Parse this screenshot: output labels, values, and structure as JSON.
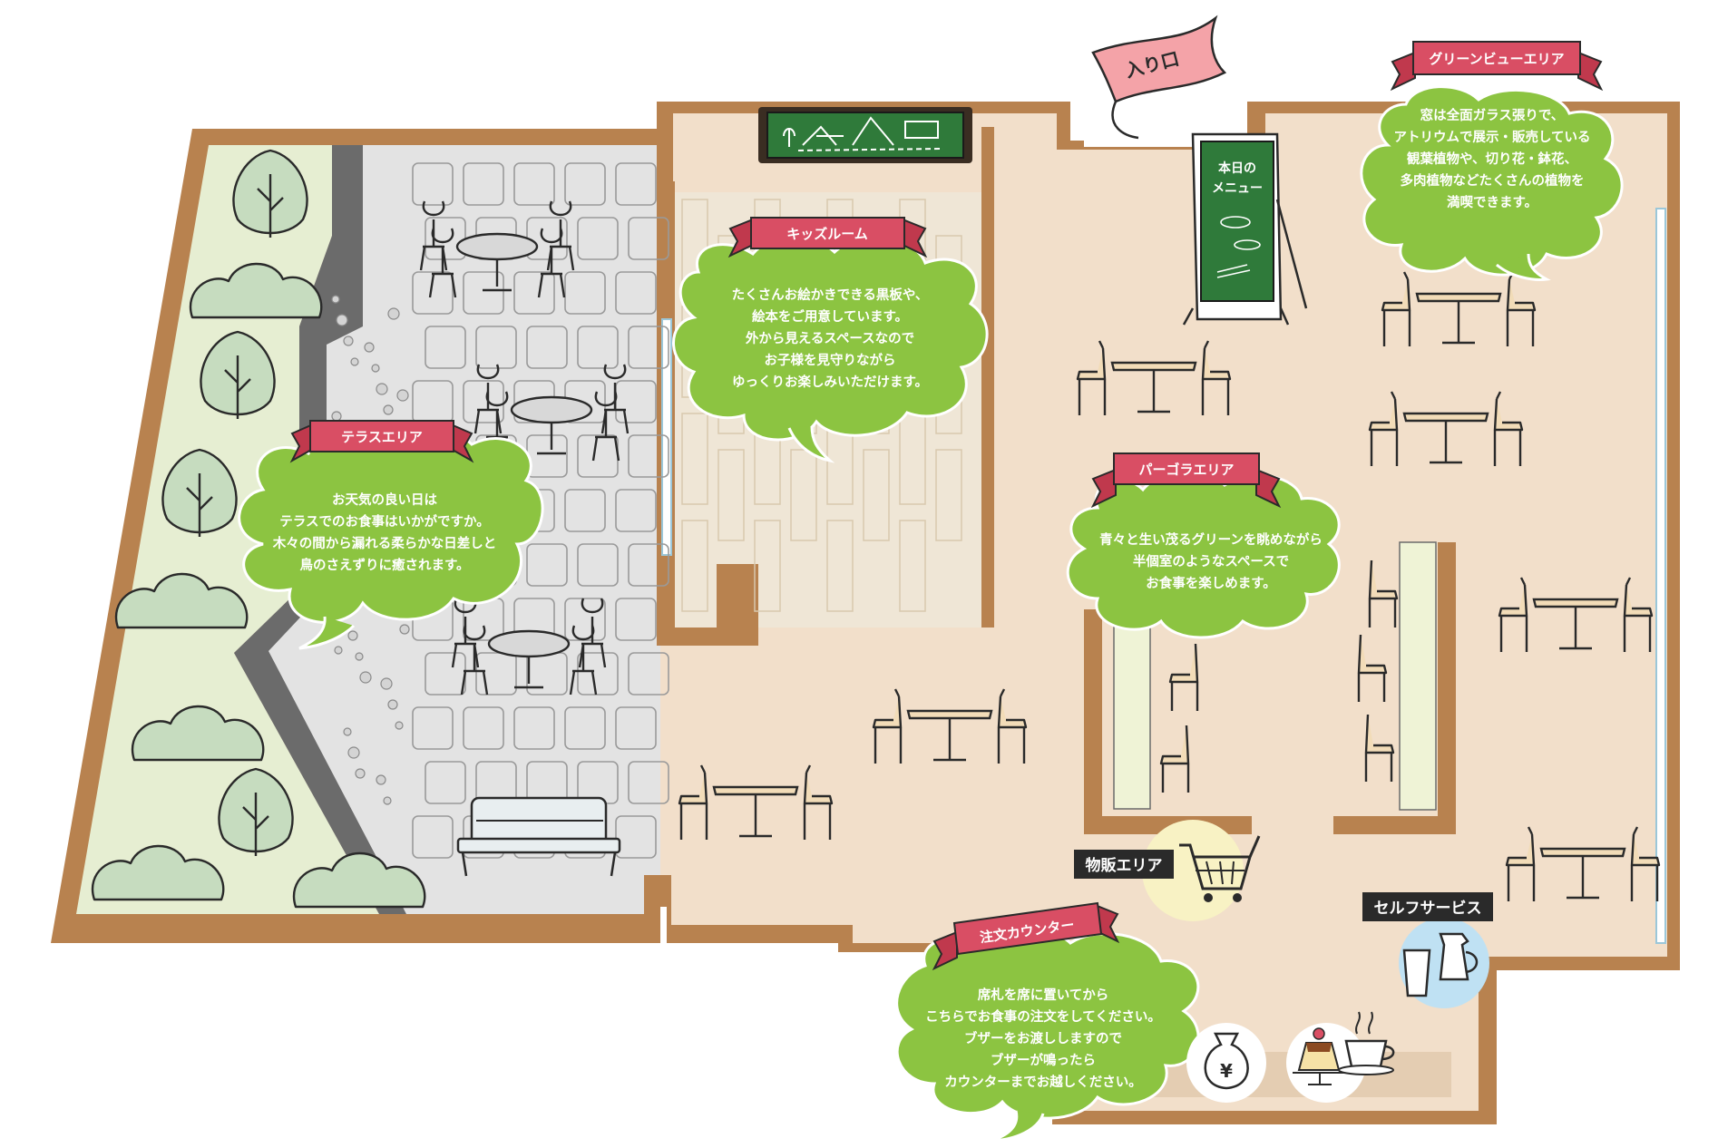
{
  "entrance": {
    "label": "入り口"
  },
  "areas": {
    "terrace": {
      "title": "テラスエリア",
      "lines": [
        "お天気の良い日は",
        "テラスでのお食事はいかがですか。",
        "木々の間から漏れる柔らかな日差しと",
        "鳥のさえずりに癒されます。"
      ]
    },
    "kids": {
      "title": "キッズルーム",
      "lines": [
        "たくさんお絵かきできる黒板や、",
        "絵本をご用意しています。",
        "外から見えるスペースなので",
        "お子様を見守りながら",
        "ゆっくりお楽しみいただけます。"
      ]
    },
    "greenview": {
      "title": "グリーンビューエリア",
      "lines": [
        "窓は全面ガラス張りで、",
        "アトリウムで展示・販売している",
        "観葉植物や、切り花・鉢花、",
        "多肉植物などたくさんの植物を",
        "満喫できます。"
      ]
    },
    "pergola": {
      "title": "パーゴラエリア",
      "lines": [
        "青々と生い茂るグリーンを眺めながら",
        "半個室のようなスペースで",
        "お食事を楽しめます。"
      ]
    },
    "counter": {
      "title": "注文カウンター",
      "lines": [
        "席札を席に置いてから",
        "こちらでお食事の注文をしてください。",
        "ブザーをお渡ししますので",
        "ブザーが鳴ったら",
        "カウンターまでお越しください。"
      ]
    }
  },
  "labels": {
    "shop": "物販エリア",
    "self_service": "セルフサービス"
  },
  "menu_board": {
    "title_line1": "本日の",
    "title_line2": "メニュー"
  },
  "colors": {
    "wall": "#b8824f",
    "floor": "#f2dfca",
    "terrace_stone": "#e3e3e3",
    "garden": "#e6eed2",
    "path": "#6b6b6b",
    "bubble": "#8cc441",
    "banner": "#d94e64",
    "chalkboard": "#2f7a3a"
  }
}
